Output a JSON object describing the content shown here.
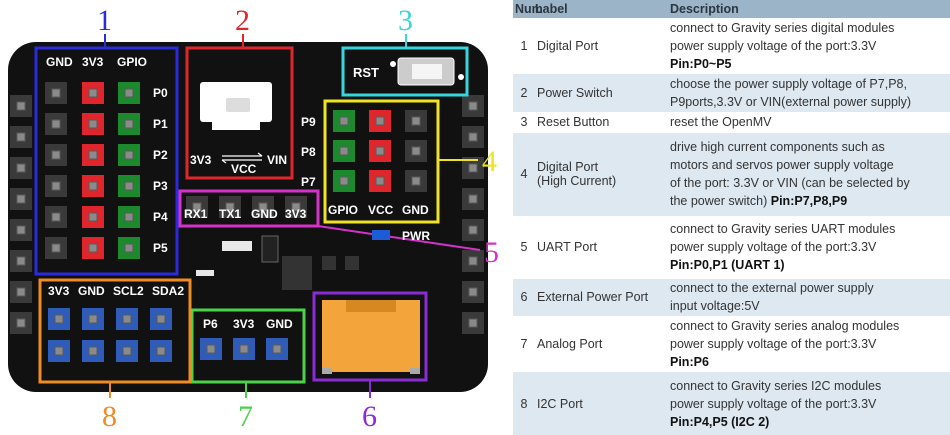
{
  "board": {
    "callouts": [
      "1",
      "2",
      "3",
      "4",
      "5",
      "6",
      "7",
      "8"
    ],
    "colors": {
      "c1": "#2b2bdb",
      "c2": "#e0262d",
      "c3": "#35d6dc",
      "c4": "#f0e422",
      "c5": "#d532c9",
      "c6": "#8b2bd5",
      "c7": "#4bd24b",
      "c8": "#f08c24"
    },
    "digital_port": {
      "headers": [
        "GND",
        "3V3",
        "GPIO"
      ],
      "pins": [
        "P0",
        "P1",
        "P2",
        "P3",
        "P4",
        "P5"
      ]
    },
    "power_switch": {
      "left": "3V3",
      "right": "VIN",
      "center": "VCC"
    },
    "reset": "RST",
    "hc_port": {
      "pins": [
        "P9",
        "P8",
        "P7"
      ],
      "headers": [
        "GPIO",
        "VCC",
        "GND"
      ]
    },
    "uart": [
      "RX1",
      "TX1",
      "GND",
      "3V3"
    ],
    "pwr": "PWR",
    "i2c": [
      "3V3",
      "GND",
      "SCL2",
      "SDA2"
    ],
    "analog": [
      "P6",
      "3V3",
      "GND"
    ]
  },
  "table": {
    "headers": [
      "Num",
      "Label",
      "Description"
    ],
    "rows": [
      {
        "num": "1",
        "label": [
          "Digital Port"
        ],
        "desc": [
          "connect to Gravity series digital modules",
          "power supply voltage of the port:3.3V"
        ],
        "pin": "Pin:P0~P5"
      },
      {
        "num": "2",
        "label": [
          "Power Switch"
        ],
        "desc": [
          "choose the power supply voltage of P7,P8,",
          "P9ports,3.3V or VIN(external power supply)"
        ]
      },
      {
        "num": "3",
        "label": [
          "Reset Button"
        ],
        "desc": [
          "reset the OpenMV"
        ]
      },
      {
        "num": "4",
        "label": [
          "Digital Port",
          "(High Current)"
        ],
        "desc": [
          "drive high current components such as",
          "motors and servos power supply voltage",
          "of the port: 3.3V or VIN (can be selected by",
          "the power switch)"
        ],
        "pin_inline": "Pin:P7,P8,P9"
      },
      {
        "num": "5",
        "label": [
          "UART Port"
        ],
        "desc": [
          "connect to Gravity series UART modules",
          "power supply voltage of the port:3.3V"
        ],
        "pin": "Pin:P0,P1  (UART 1)"
      },
      {
        "num": "6",
        "label": [
          "External Power Port"
        ],
        "desc": [
          "connect to the external power supply",
          "input voltage:5V"
        ]
      },
      {
        "num": "7",
        "label": [
          "Analog Port"
        ],
        "desc": [
          "connect to Gravity series analog modules",
          "power supply voltage of the port:3.3V"
        ],
        "pin": "Pin:P6"
      },
      {
        "num": "8",
        "label": [
          "I2C Port"
        ],
        "desc": [
          "connect to Gravity series I2C modules",
          "power supply voltage of the port:3.3V"
        ],
        "pin": "Pin:P4,P5  (I2C 2)"
      }
    ]
  }
}
